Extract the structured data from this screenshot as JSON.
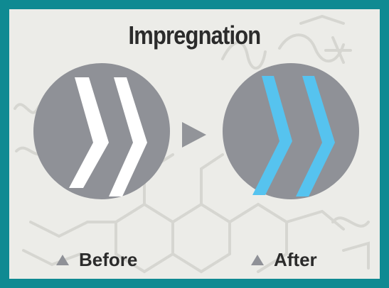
{
  "title": "Impregnation",
  "before": {
    "label": "Before",
    "stripe_color": "#ffffff",
    "circle_color": "#8f9197"
  },
  "after": {
    "label": "After",
    "stripe_color": "#56c3ef",
    "circle_color": "#8f9197"
  },
  "colors": {
    "frame": "#0f8a92",
    "background": "#ececE8",
    "text": "#2b2b2b",
    "arrow": "#929499"
  },
  "icons": {
    "transition": "right-triangle-arrow-icon",
    "caption_marker": "up-triangle-icon"
  }
}
